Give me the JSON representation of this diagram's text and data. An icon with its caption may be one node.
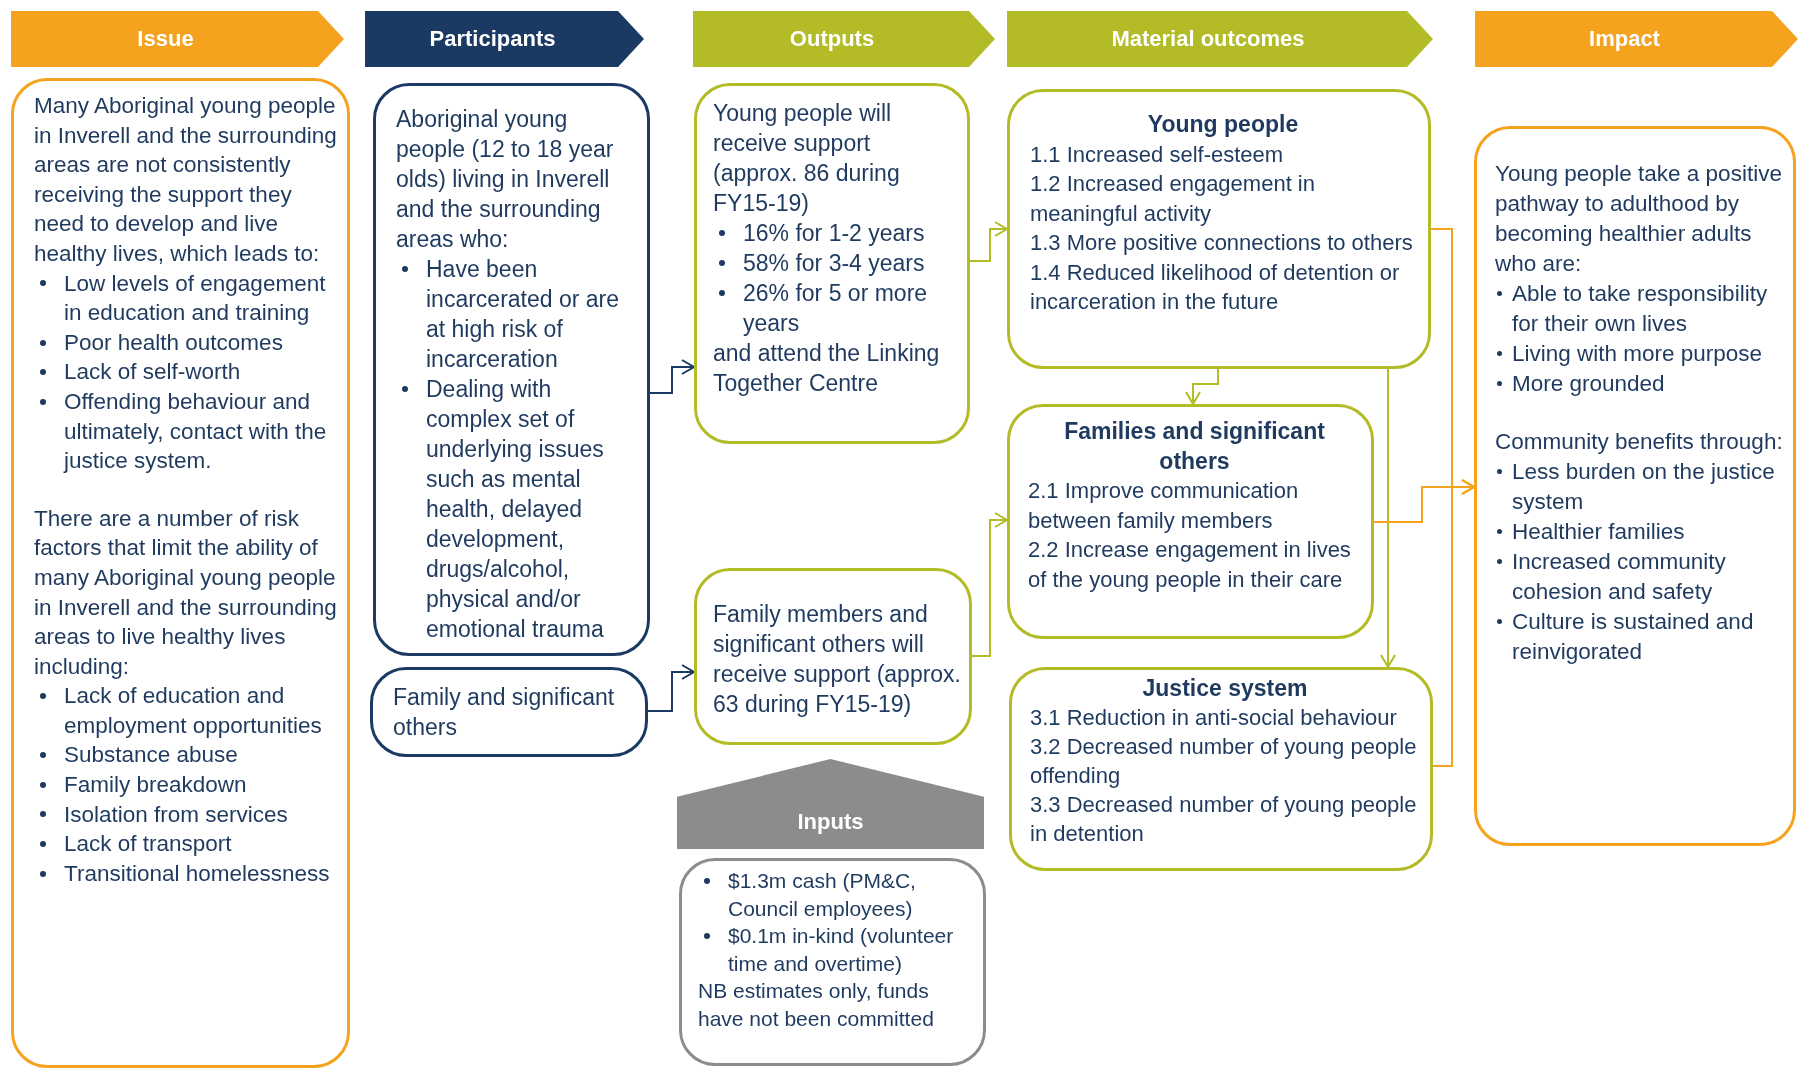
{
  "diagram": {
    "nodes": [
      {
        "text": [
          "Issue"
        ]
      },
      {
        "text": [
          "Many Aboriginal young people in Inverell and the surrounding areas are not consistently receiving the support they need to develop and live healthy lives, which leads to:",
          "Low levels of engagement in education and training",
          "Poor health outcomes",
          "Lack of self-worth",
          "Offending behaviour and ultimately, contact with the justice system.",
          "There are a number of risk factors that limit the ability of many Aboriginal young people in Inverell and the surrounding areas to live healthy lives including:",
          "Lack of education and employment opportunities",
          "Substance abuse",
          "Family breakdown",
          "Isolation from services",
          "Lack of transport",
          "Transitional homelessness"
        ]
      },
      {
        "text": [
          "Participants"
        ]
      },
      {
        "text": [
          "Aboriginal young people (12 to 18 year olds) living in Inverell and the surrounding areas who:",
          "Have been incarcerated or are at high risk of incarceration",
          "Dealing with complex set of underlying issues such as mental health, delayed development, drugs/alcohol, physical and/or emotional trauma"
        ]
      },
      {
        "text": [
          "Family and significant others"
        ]
      },
      {
        "text": [
          "Outputs"
        ]
      },
      {
        "text": [
          "Young people will receive support (approx. 86 during FY15-19)",
          "16% for 1-2 years",
          "58% for 3-4 years",
          "26% for 5 or more years",
          "and attend the Linking Together Centre"
        ]
      },
      {
        "text": [
          "Family members and significant others will receive support (approx. 63 during FY15-19)"
        ]
      },
      {
        "text": [
          "Inputs"
        ]
      },
      {
        "text": [
          "$1.3m cash (PM&C, Council employees)",
          "$0.1m in-kind (volunteer time and overtime)",
          "NB estimates only, funds have not been committed"
        ]
      },
      {
        "text": [
          "Material outcomes"
        ]
      },
      {
        "text": [
          "Young people",
          "1.1 Increased self-esteem",
          "1.2 Increased engagement in meaningful activity",
          "1.3 More positive connections to others",
          "1.4 Reduced likelihood of detention or incarceration in the future"
        ]
      },
      {
        "text": [
          "Families and significant others",
          "2.1 Improve communication between family members",
          "2.2 Increase engagement in lives of the young people in their care"
        ]
      },
      {
        "text": [
          "Justice system",
          "3.1 Reduction in anti-social behaviour",
          "3.2 Decreased number of young people offending",
          "3.3 Decreased number of young people in detention"
        ]
      },
      {
        "text": [
          "Impact"
        ]
      },
      {
        "text": [
          "Young people take a positive pathway to adulthood by becoming healthier adults who are:",
          "Able to take responsibility for their own lives",
          "Living with more purpose",
          "More grounded",
          "Community benefits through:",
          "Less burden on the justice system",
          "Healthier families",
          "Increased community cohesion and safety",
          "Culture is sustained and reinvigorated"
        ]
      }
    ],
    "edges": [
      {
        "from": 3,
        "to": 6,
        "arrow": "to",
        "color": "#1b3a63"
      },
      {
        "from": 4,
        "to": 7,
        "arrow": "to",
        "color": "#1b3a63"
      },
      {
        "from": 6,
        "to": 11,
        "arrow": "to"
      },
      {
        "from": 7,
        "to": 12,
        "arrow": "to"
      },
      {
        "from": 11,
        "to": 12,
        "arrow": "to"
      },
      {
        "from": 11,
        "to": 13,
        "arrow": "to"
      },
      {
        "from": 11,
        "to": 15,
        "arrow": "to",
        "color": "#f5a21e"
      },
      {
        "from": 12,
        "to": 15,
        "arrow": "to",
        "color": "#f5a21e"
      },
      {
        "from": 13,
        "to": 15,
        "arrow": "to",
        "color": "#f5a21e"
      }
    ]
  }
}
